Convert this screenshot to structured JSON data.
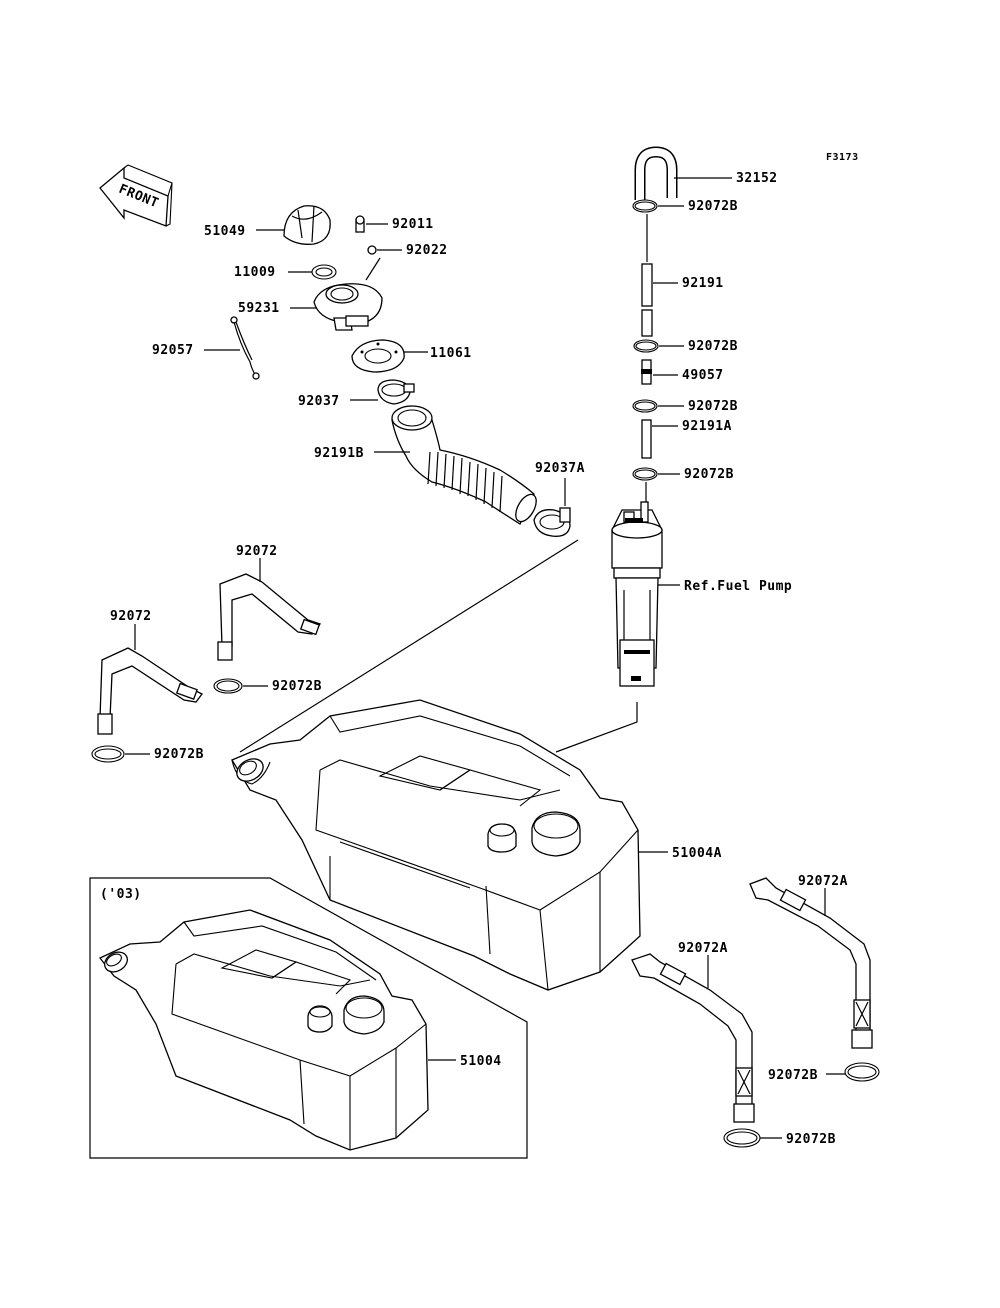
{
  "figure_code": "F3173",
  "front_label": "FRONT",
  "inset_label": "('03)",
  "callouts": {
    "p32152": "32152",
    "p92072b_1": "92072B",
    "p92191": "92191",
    "p92072b_2": "92072B",
    "p49057": "49057",
    "p92072b_3": "92072B",
    "p92191a": "92191A",
    "p92072b_4": "92072B",
    "ref_fuel_pump": "Ref.Fuel Pump",
    "p51049": "51049",
    "p92011": "92011",
    "p92022": "92022",
    "p11009": "11009",
    "p59231": "59231",
    "p92057": "92057",
    "p11061": "11061",
    "p92037": "92037",
    "p92191b": "92191B",
    "p92037a": "92037A",
    "p92072_upper": "92072",
    "p92072_lower": "92072",
    "p92072b_5": "92072B",
    "p92072b_6": "92072B",
    "p51004a": "51004A",
    "p51004": "51004",
    "p92072a_1": "92072A",
    "p92072a_2": "92072A",
    "p92072b_7": "92072B",
    "p92072b_8": "92072B"
  }
}
